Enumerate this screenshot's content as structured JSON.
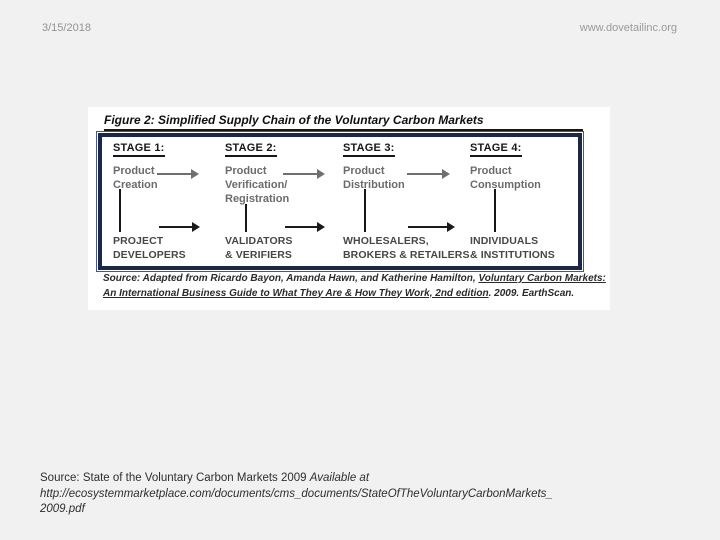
{
  "header": {
    "date": "3/15/2018",
    "website": "www.dovetailinc.org"
  },
  "figure": {
    "title": "Figure 2: Simplified Supply Chain of the Voluntary Carbon Markets",
    "stages": [
      {
        "header": "STAGE 1:",
        "process": [
          "Product",
          "Creation"
        ],
        "actor": [
          "PROJECT",
          "DEVELOPERS"
        ]
      },
      {
        "header": "STAGE 2:",
        "process": [
          "Product",
          "Verification/",
          "Registration"
        ],
        "actor": [
          "VALIDATORS",
          "& VERIFIERS"
        ]
      },
      {
        "header": "STAGE 3:",
        "process": [
          "Product",
          "Distribution"
        ],
        "actor": [
          "WHOLESALERS,",
          "BROKERS & RETAILERS"
        ]
      },
      {
        "header": "STAGE 4:",
        "process": [
          "Product",
          "Consumption"
        ],
        "actor": [
          "INDIVIDUALS",
          "& INSTITUTIONS"
        ]
      }
    ],
    "source": {
      "prefix": "Source: Adapted from Ricardo Bayon, Amanda Hawn, and Katherine Hamilton, ",
      "book_title_line1": "Voluntary Carbon Markets:",
      "book_title_line2": "An International Business Guide to What They Are & How They Work, 2nd edition",
      "suffix": ". 2009. EarthScan."
    }
  },
  "footer_source": {
    "line1_normal": "Source: State of the Voluntary Carbon Markets 2009 ",
    "line1_italic": "Available at",
    "line2": "http://ecosystemmarketplace.com/documents/cms_documents/StateOfTheVoluntaryCarbonMarkets_",
    "line3": "2009.pdf"
  },
  "colors": {
    "slide_background": "#f1f1f2",
    "figure_background": "#ffffff",
    "navy_border": "#1a2746",
    "muted_header_text": "#929292"
  }
}
